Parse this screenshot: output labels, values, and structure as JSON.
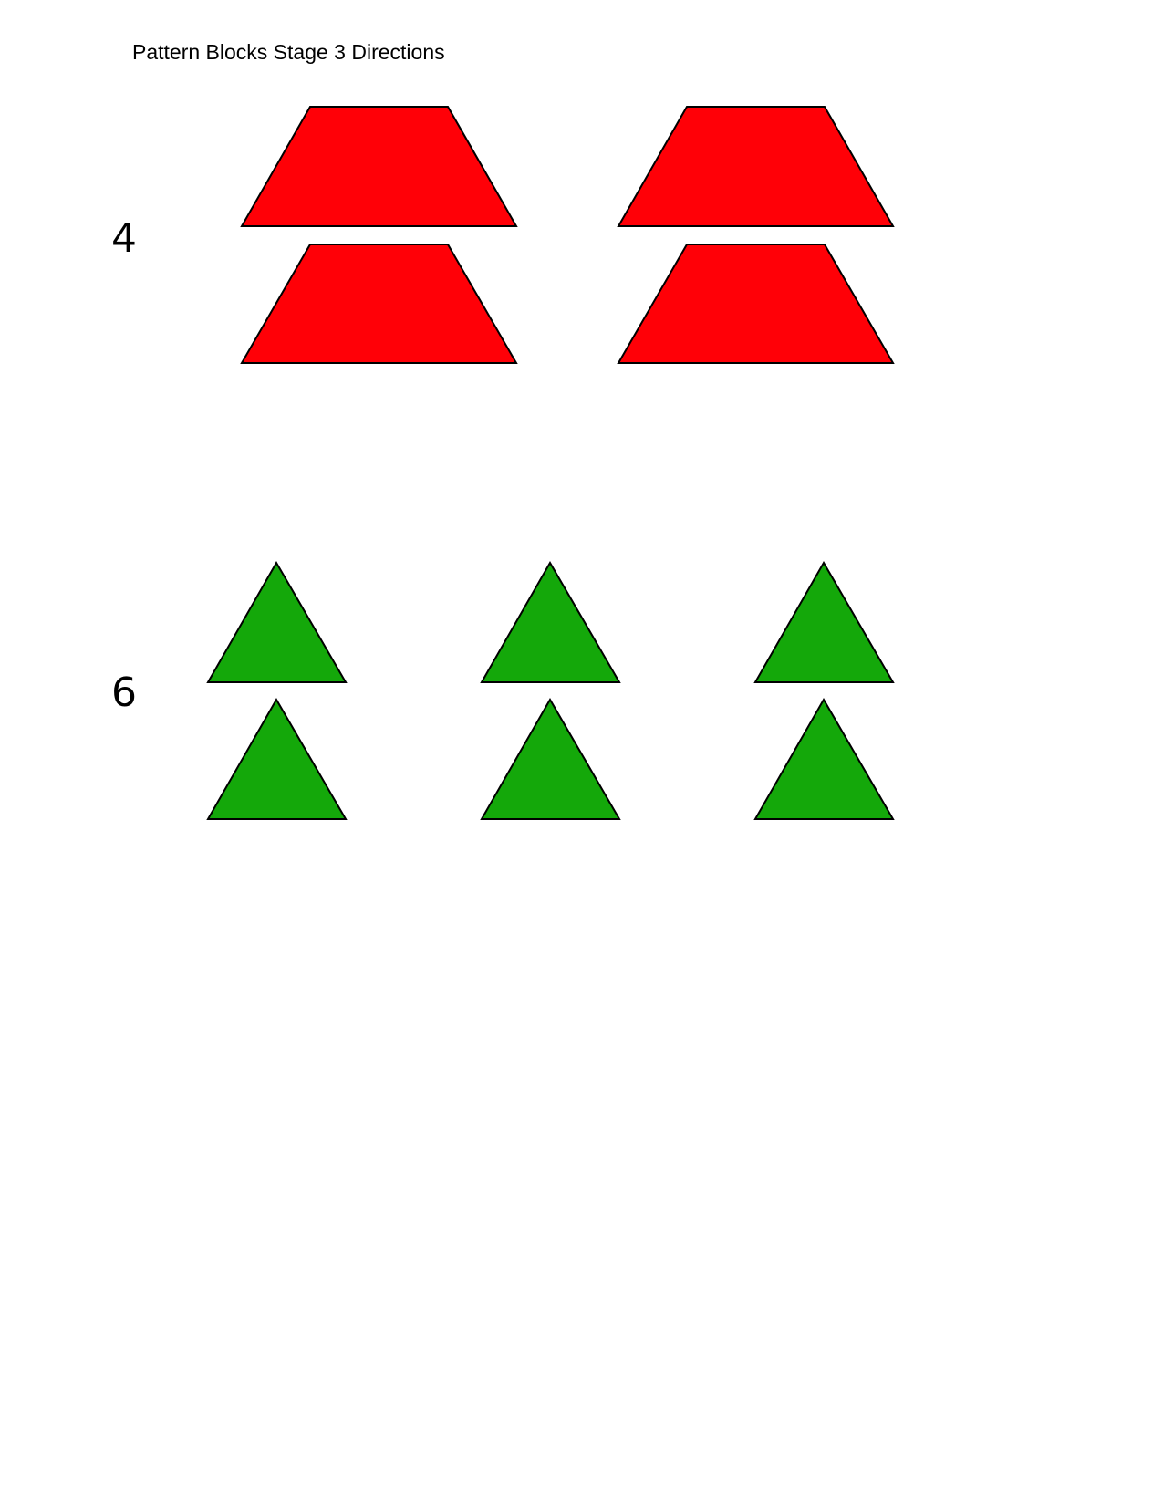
{
  "title": "Pattern Blocks Stage 3 Directions",
  "groups": [
    {
      "count": "4",
      "shape": "trapezoid",
      "color": "#FF0007",
      "pieces": 4
    },
    {
      "count": "6",
      "shape": "triangle",
      "color": "#14A80A",
      "pieces": 6
    }
  ],
  "outline_color": "#000000"
}
